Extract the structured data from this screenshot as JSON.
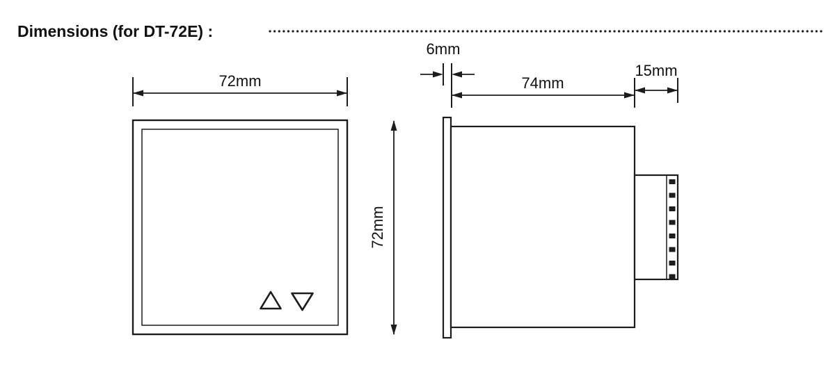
{
  "title": "Dimensions (for DT-72E) :",
  "labels": {
    "front_width": "72mm",
    "front_height": "72mm",
    "flange_depth": "6mm",
    "body_depth": "74mm",
    "terminal_depth": "15mm"
  },
  "icons": {
    "up_button": "triangle-up-outline",
    "down_button": "triangle-down-outline"
  },
  "colors": {
    "line": "#1c1c1c",
    "background": "#ffffff"
  }
}
